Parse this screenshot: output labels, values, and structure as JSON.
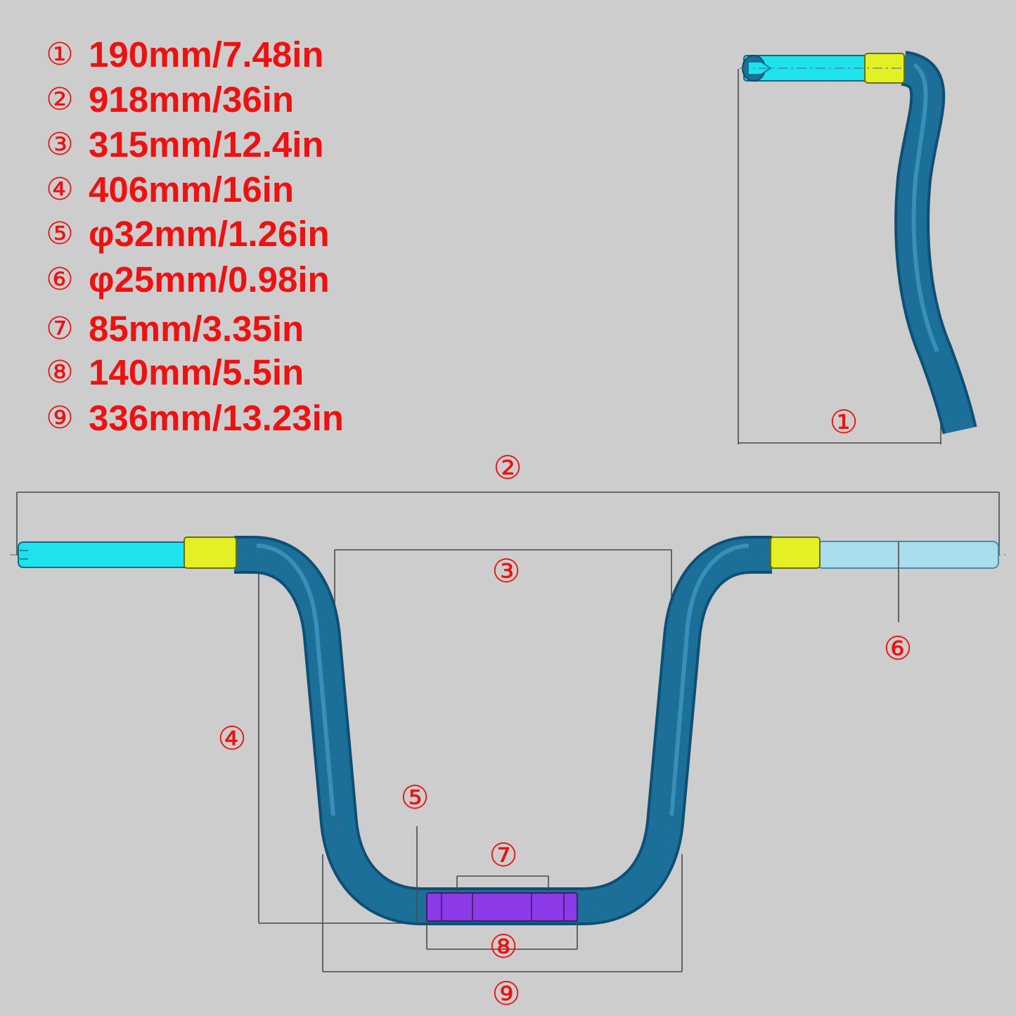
{
  "colors": {
    "background": "#cdcdcd",
    "label_red": "#ee1111",
    "tube_blue": "#1b6f99",
    "tube_outline": "#0f4f74",
    "grip_cyan": "#1ee2ee",
    "grip_light": "#a9dcec",
    "collar_yellow": "#e2f025",
    "clamp_purple": "#8d3ae8"
  },
  "specs": [
    {
      "num": "①",
      "text": "190mm/7.48in"
    },
    {
      "num": "②",
      "text": "918mm/36in"
    },
    {
      "num": "③",
      "text": "315mm/12.4in"
    },
    {
      "num": "④",
      "text": "406mm/16in"
    },
    {
      "num": "⑤",
      "text": "φ32mm/1.26in"
    },
    {
      "num": "⑥",
      "text": "φ25mm/0.98in"
    },
    {
      "num": "⑦",
      "text": "85mm/3.35in"
    },
    {
      "num": "⑧",
      "text": "140mm/5.5in"
    },
    {
      "num": "⑨",
      "text": "336mm/13.23in"
    }
  ],
  "callouts": {
    "c1": "①",
    "c2": "②",
    "c3": "③",
    "c4": "④",
    "c5": "⑤",
    "c6": "⑥",
    "c7": "⑦",
    "c8": "⑧",
    "c9": "⑨"
  }
}
